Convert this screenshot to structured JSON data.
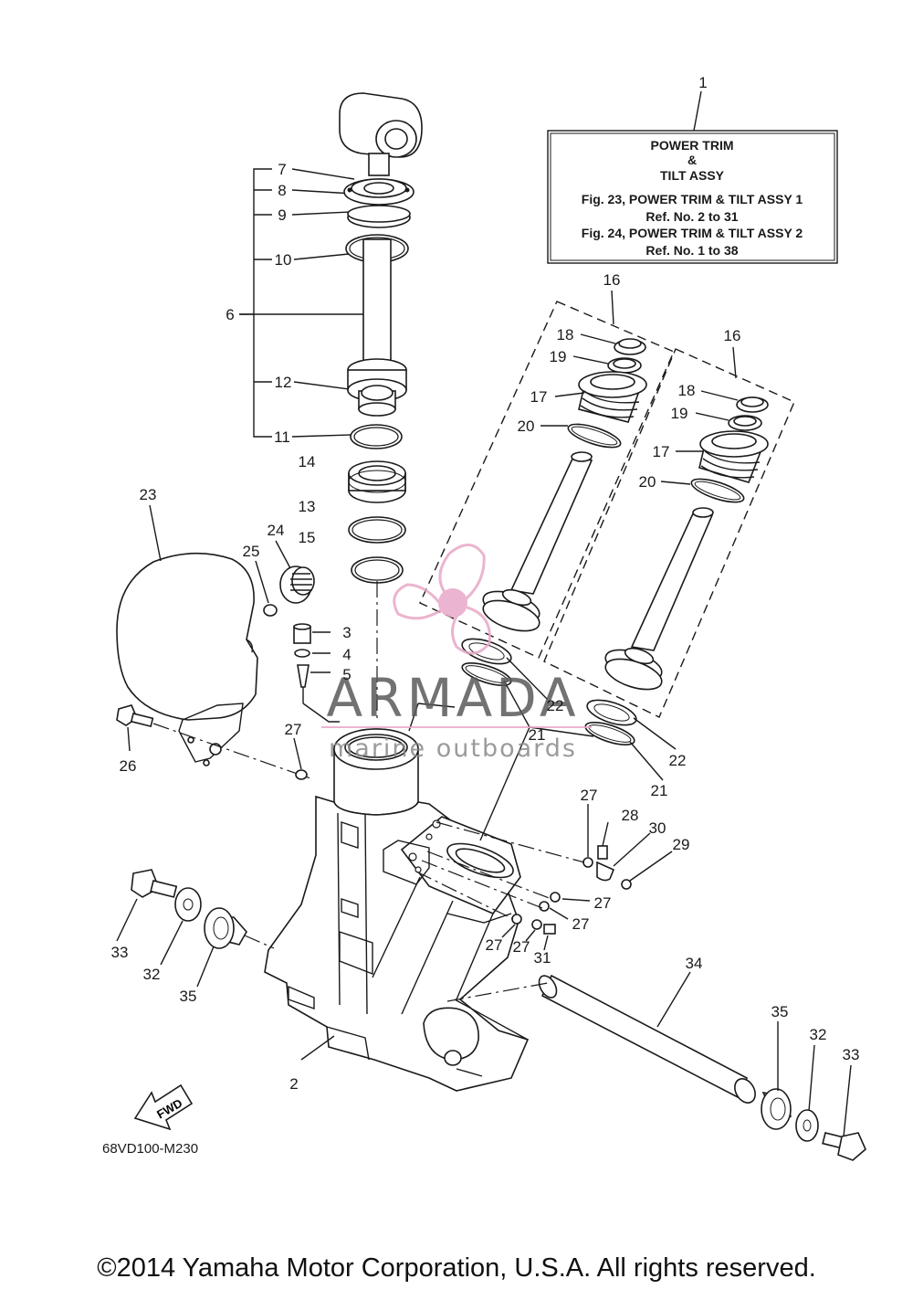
{
  "assembly_box": {
    "line1": "POWER TRIM",
    "line2": "&",
    "line3": "TILT ASSY",
    "line4": "Fig. 23, POWER TRIM & TILT ASSY 1",
    "line5": "Ref. No. 2 to 31",
    "line6": "Fig. 24, POWER TRIM & TILT ASSY 2",
    "line7": "Ref. No. 1 to 38"
  },
  "callouts": {
    "c1": "1",
    "c2": "2",
    "c3": "3",
    "c4": "4",
    "c5": "5",
    "c6": "6",
    "c7": "7",
    "c8": "8",
    "c9": "9",
    "c10": "10",
    "c11": "11",
    "c12": "12",
    "c13": "13",
    "c14": "14",
    "c15": "15",
    "c16a": "16",
    "c16b": "16",
    "c17a": "17",
    "c17b": "17",
    "c18a": "18",
    "c18b": "18",
    "c19a": "19",
    "c19b": "19",
    "c20a": "20",
    "c20b": "20",
    "c21a": "21",
    "c21b": "21",
    "c22a": "22",
    "c22b": "22",
    "c23": "23",
    "c24": "24",
    "c25": "25",
    "c26": "26",
    "c27a": "27",
    "c27b": "27",
    "c27c": "27",
    "c27d": "27",
    "c27e": "27",
    "c27f": "27",
    "c28": "28",
    "c29": "29",
    "c30": "30",
    "c31": "31",
    "c32a": "32",
    "c32b": "32",
    "c33a": "33",
    "c33b": "33",
    "c34": "34",
    "c35a": "35",
    "c35b": "35"
  },
  "fwd_label": "FWD",
  "diagram_code": "68VD100-M230",
  "watermark": {
    "brand": "ARMADA",
    "tagline": "marine outboards",
    "logo_color": "#e8a8c8",
    "text_color": "#5a5a5a"
  },
  "copyright": "©2014 Yamaha Motor Corporation, U.S.A. All rights reserved."
}
